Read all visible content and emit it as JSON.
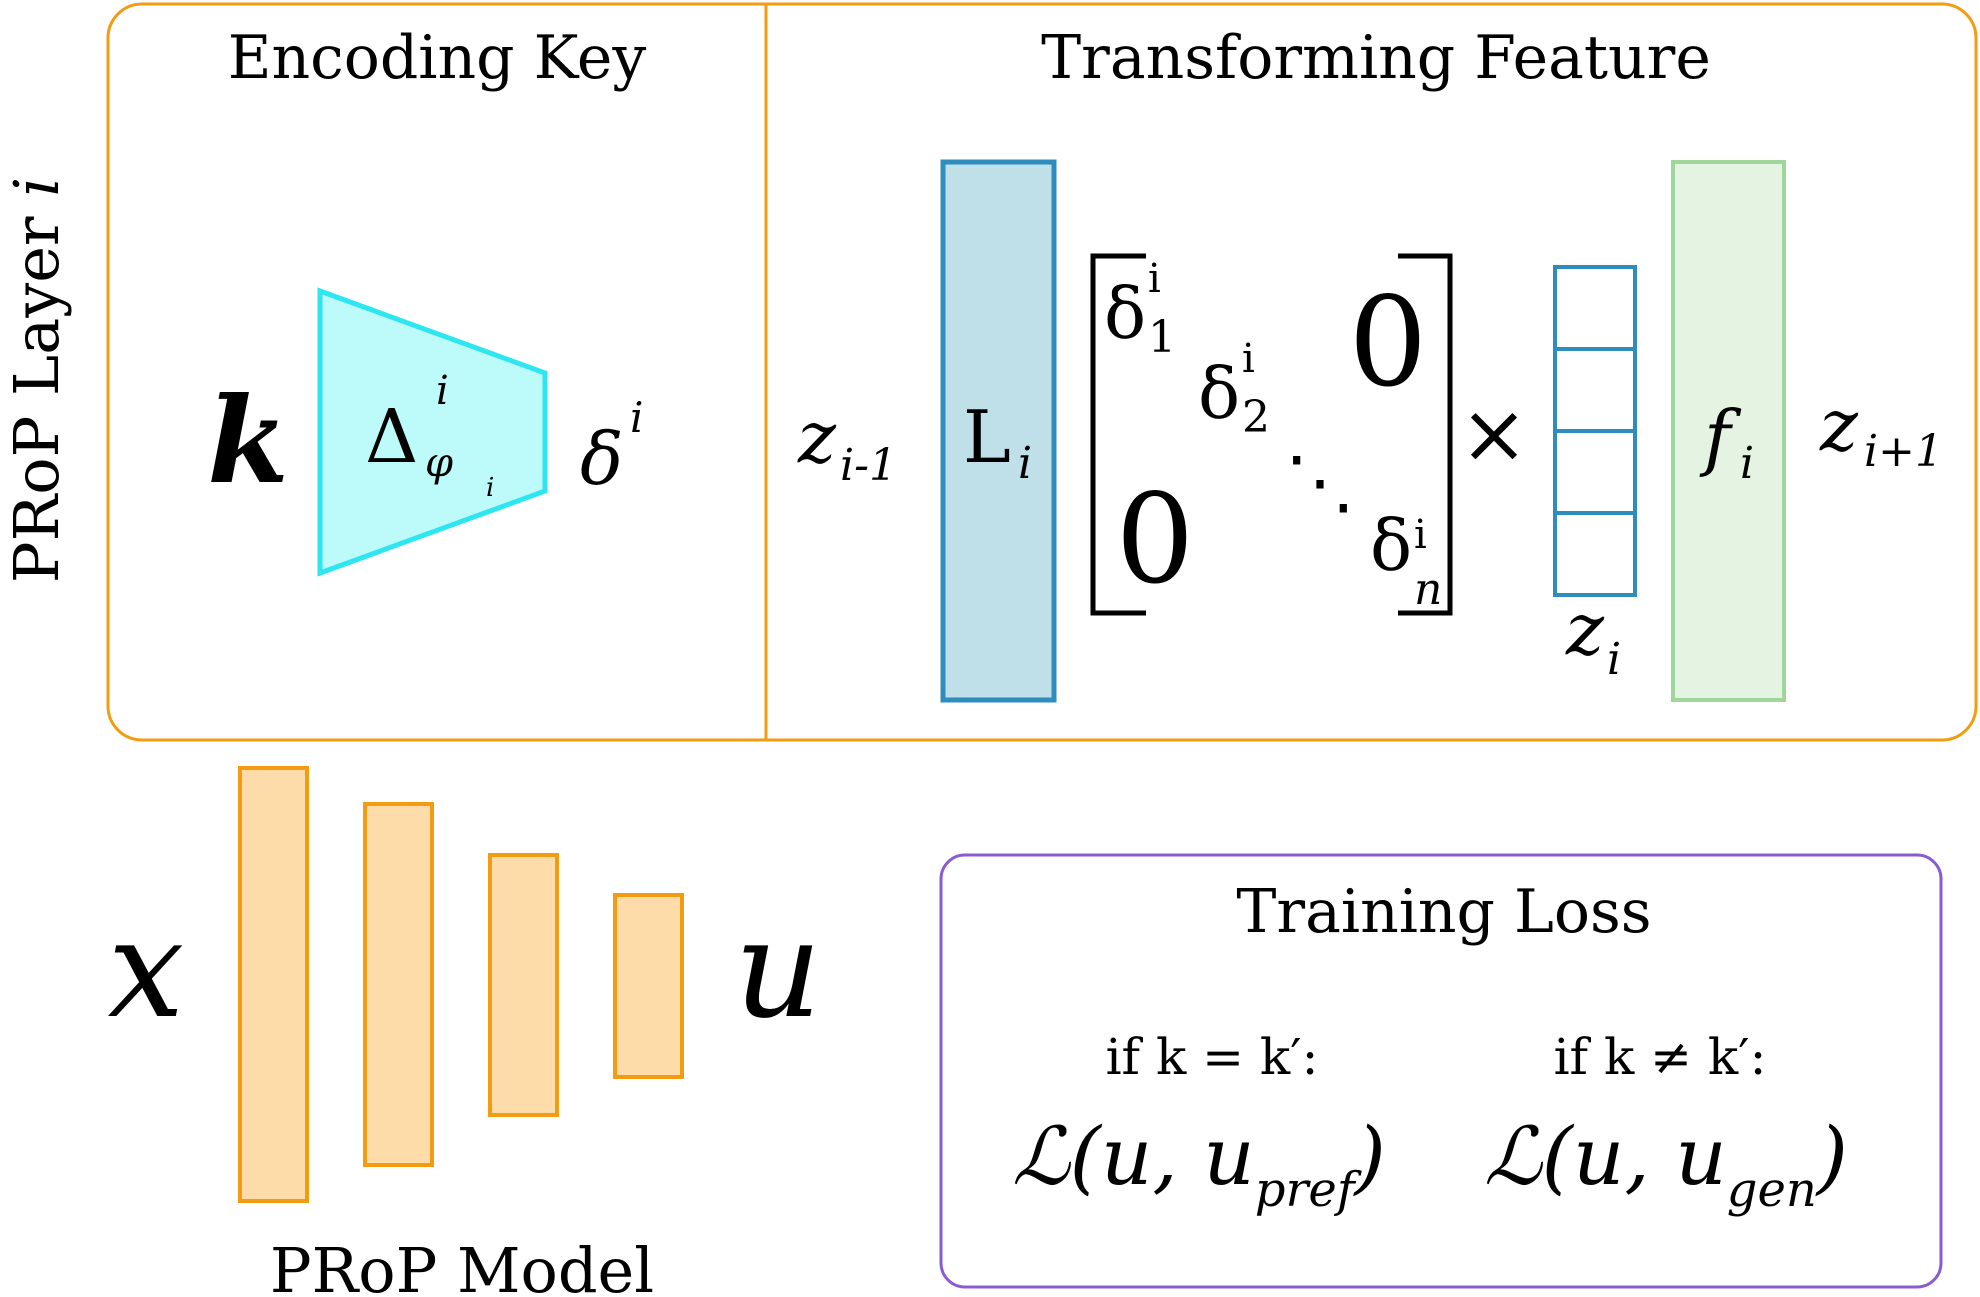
{
  "colors": {
    "layer_border": "#f39c12",
    "trapezoid_fill": "#bdfbfb",
    "trapezoid_stroke": "#2ee6f0",
    "L_fill": "#bfdfe9",
    "L_stroke": "#2f8dbd",
    "z_stroke": "#2f8dbd",
    "f_fill": "#e4f3e2",
    "f_stroke": "#9fd79a",
    "model_fill": "#fddcaa",
    "model_stroke": "#f39c12",
    "loss_border": "#8a5cd1",
    "text": "#000000"
  },
  "layer": {
    "side_label": "PRoP Layer ",
    "side_label_var": "i"
  },
  "encoding": {
    "title": "Encoding Key",
    "input": "k",
    "net_symbol": "Δ",
    "net_sup": "i",
    "net_sub": "φ",
    "net_subsub": "i",
    "output": "δ",
    "output_sup": "i"
  },
  "transform": {
    "title": "Transforming Feature",
    "z_prev": "z",
    "z_prev_sub": "i-1",
    "L_label": "L",
    "L_sub": "i",
    "delta": "δ",
    "d1_sup": "i",
    "d1_sub": "1",
    "d2_sup": "i",
    "d2_sub": "2",
    "dn_sup": "i",
    "dn_sub": "n",
    "zero": "0",
    "ellipsis": "⋱",
    "times": "×",
    "z_cur": "z",
    "z_cur_sub": "i",
    "f_label": "f",
    "f_sub": "i",
    "z_next": "z",
    "z_next_sub": "i+1"
  },
  "model": {
    "input": "x",
    "output": "u",
    "label": "PRoP Model"
  },
  "loss": {
    "title": "Training Loss",
    "cond_same": "if k = k′:",
    "cond_diff": "if k ≠ k′:",
    "loss_symbol": "ℒ",
    "same_open": "(u, u",
    "same_sub": "pref",
    "diff_open": "(u, u",
    "diff_sub": "gen",
    "close": ")"
  }
}
